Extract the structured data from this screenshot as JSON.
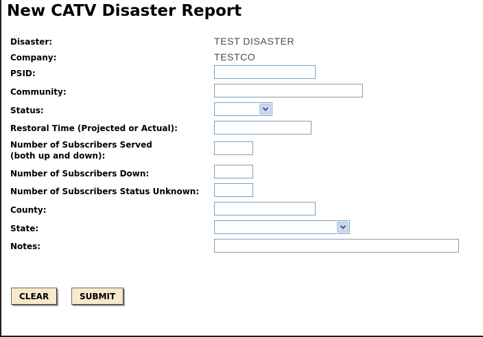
{
  "page": {
    "title": "New CATV Disaster Report"
  },
  "fields": {
    "disaster": {
      "label": "Disaster:",
      "value": "TEST DISASTER"
    },
    "company": {
      "label": "Company:",
      "value": "TESTCO"
    },
    "psid": {
      "label": "PSID:",
      "value": ""
    },
    "community": {
      "label": "Community:",
      "value": ""
    },
    "status": {
      "label": "Status:",
      "selected": ""
    },
    "restoral_time": {
      "label": "Restoral Time (Projected or Actual):",
      "value": ""
    },
    "subs_served": {
      "label_line1": "Number of Subscribers Served",
      "label_line2": "(both up and down):",
      "value": ""
    },
    "subs_down": {
      "label": "Number of Subscribers Down:",
      "value": ""
    },
    "subs_unknown": {
      "label": "Number of Subscribers Status Unknown:",
      "value": ""
    },
    "county": {
      "label": "County:",
      "value": ""
    },
    "state": {
      "label": "State:",
      "selected": ""
    },
    "notes": {
      "label": "Notes:",
      "value": ""
    }
  },
  "buttons": {
    "clear": "CLEAR",
    "submit": "SUBMIT"
  },
  "colors": {
    "input_border": "#7F9DB9",
    "select_button_bg": "#C8D9F2",
    "select_button_border": "#A9C2E8",
    "select_chevron": "#4A5C84",
    "button_bg": "#F6EACB",
    "button_shadow": "#9A9A9A",
    "frame_border": "#1F1F1F",
    "value_text": "#4A4A4A"
  }
}
